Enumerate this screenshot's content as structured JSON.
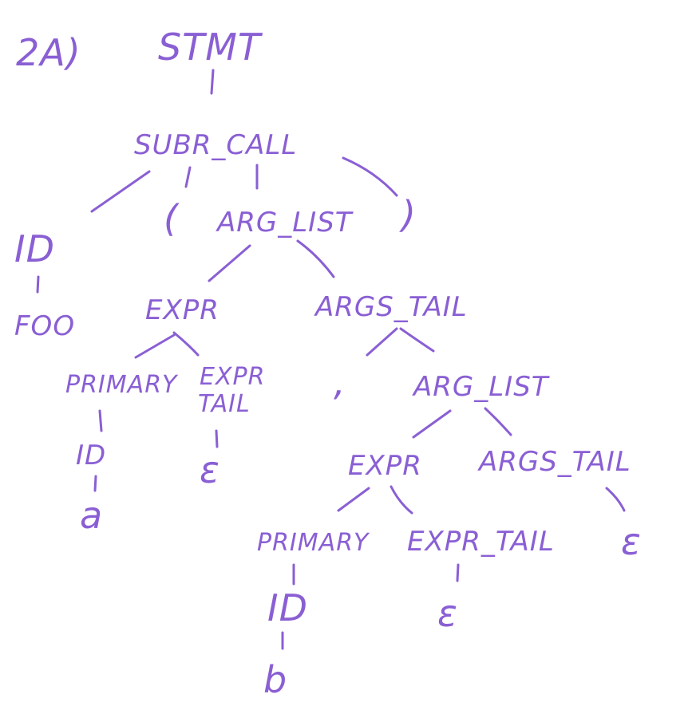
{
  "problem_label": "2A)",
  "nodes": {
    "stmt": "STMT",
    "subr_call": "SUBR_CALL",
    "id1": "ID",
    "foo": "FOO",
    "lparen": "(",
    "arg_list1": "ARG_LIST",
    "rparen": ")",
    "expr1": "EXPR",
    "args_tail1": "ARGS_TAIL",
    "primary1": "PRIMARY",
    "expr_tail1_a": "EXPR",
    "expr_tail1_b": "TAIL",
    "id2": "ID",
    "a": "a",
    "eps1": "ε",
    "comma": ",",
    "arg_list2": "ARG_LIST",
    "expr2": "EXPR",
    "args_tail2": "ARGS_TAIL",
    "primary2": "PRIMARY",
    "expr_tail2": "EXPR_TAIL",
    "id3": "ID",
    "b": "b",
    "eps2": "ε",
    "eps3": "ε"
  },
  "colors": {
    "ink": "#8a5fd4",
    "background": "#ffffff"
  }
}
